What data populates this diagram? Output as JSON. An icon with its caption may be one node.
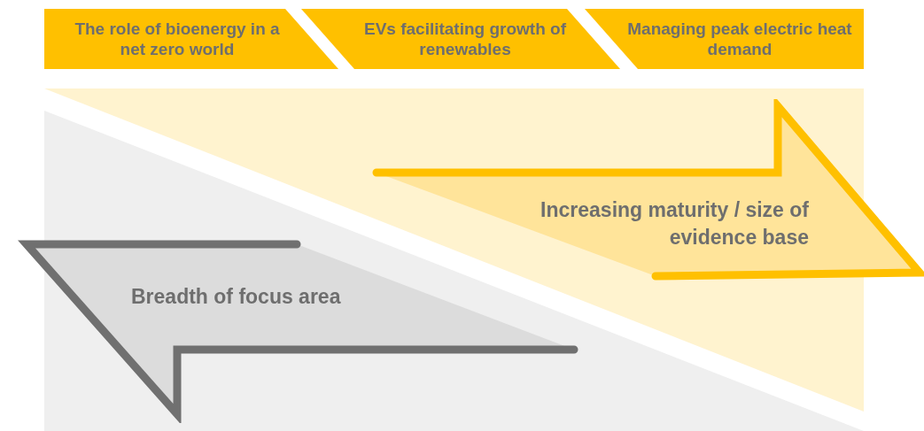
{
  "diagram": {
    "nodes": [
      {
        "text": [
          "The role of bioenergy in a net zero world"
        ]
      },
      {
        "text": [
          "EVs facilitating growth of renewables"
        ]
      },
      {
        "text": [
          "Managing peak electric heat demand"
        ]
      },
      {
        "text": [
          "Increasing maturity / size of evidence base"
        ]
      },
      {
        "text": [
          "Breadth of focus area"
        ]
      }
    ],
    "edges": []
  }
}
